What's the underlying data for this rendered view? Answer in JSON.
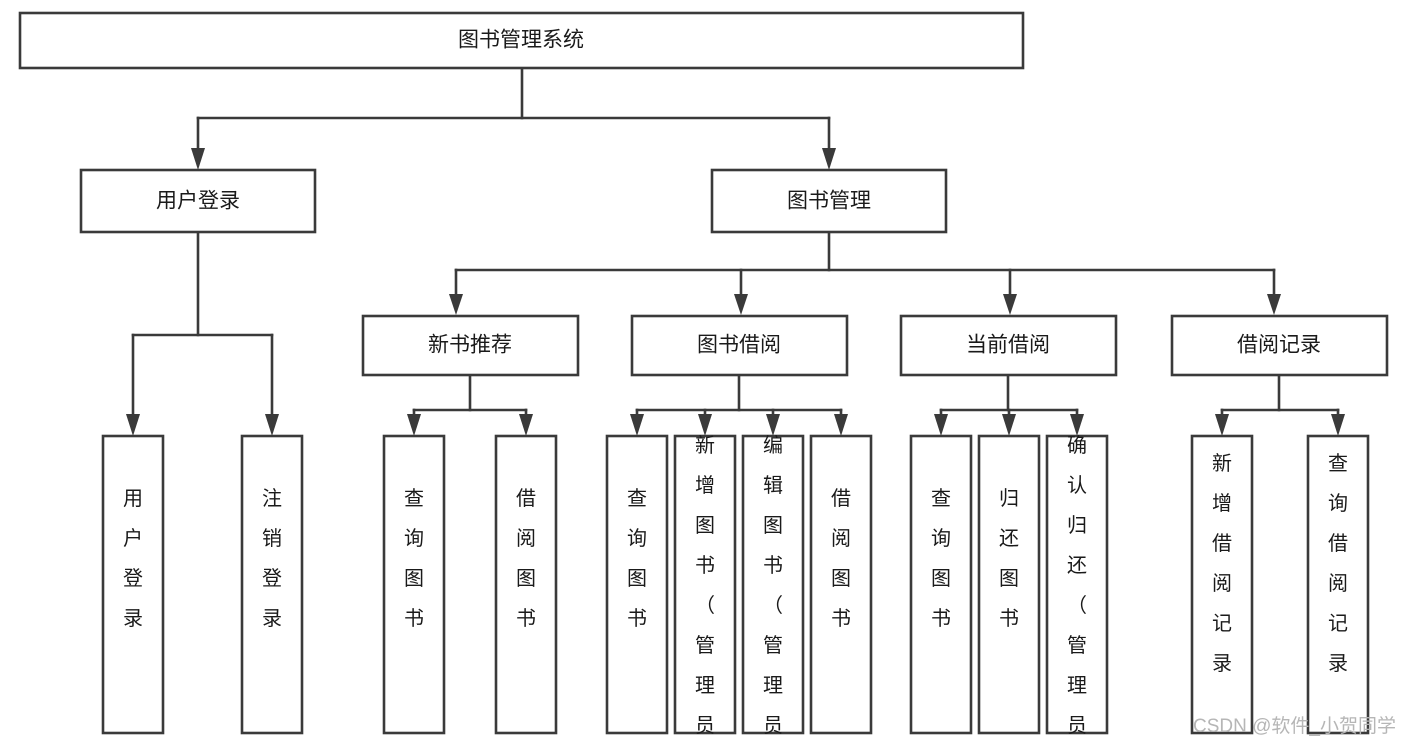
{
  "diagram": {
    "title": "图书管理系统",
    "type": "tree",
    "orientation": "top-down",
    "watermark": "CSDN @软件_小贺同学",
    "colors": {
      "stroke": "#3a3a3a",
      "fill": "#ffffff",
      "text": "#1a1a1a",
      "watermark": "#b6b6b6",
      "background": "#ffffff"
    },
    "root": {
      "id": "root",
      "label": "图书管理系统",
      "orientation": "horizontal"
    },
    "level2": [
      {
        "id": "user-login",
        "label": "用户登录",
        "orientation": "horizontal"
      },
      {
        "id": "book-management",
        "label": "图书管理",
        "orientation": "horizontal"
      }
    ],
    "level3": [
      {
        "id": "new-book-recommend",
        "label": "新书推荐",
        "parent": "book-management",
        "orientation": "horizontal"
      },
      {
        "id": "book-borrow",
        "label": "图书借阅",
        "parent": "book-management",
        "orientation": "horizontal"
      },
      {
        "id": "current-borrow",
        "label": "当前借阅",
        "parent": "book-management",
        "orientation": "horizontal"
      },
      {
        "id": "borrow-record",
        "label": "借阅记录",
        "parent": "book-management",
        "orientation": "horizontal"
      }
    ],
    "leaves": [
      {
        "id": "leaf-user-login",
        "label": "用户登录",
        "parent": "user-login",
        "orientation": "vertical"
      },
      {
        "id": "leaf-logout-login",
        "label": "注销登录",
        "parent": "user-login",
        "orientation": "vertical"
      },
      {
        "id": "leaf-query-book-1",
        "label": "查询图书",
        "parent": "new-book-recommend",
        "orientation": "vertical"
      },
      {
        "id": "leaf-borrow-book-1",
        "label": "借阅图书",
        "parent": "new-book-recommend",
        "orientation": "vertical"
      },
      {
        "id": "leaf-query-book-2",
        "label": "查询图书",
        "parent": "book-borrow",
        "orientation": "vertical"
      },
      {
        "id": "leaf-add-book",
        "label": "新增图书（管理员）",
        "parent": "book-borrow",
        "orientation": "vertical"
      },
      {
        "id": "leaf-edit-book",
        "label": "编辑图书（管理员）",
        "parent": "book-borrow",
        "orientation": "vertical"
      },
      {
        "id": "leaf-borrow-book-2",
        "label": "借阅图书",
        "parent": "book-borrow",
        "orientation": "vertical"
      },
      {
        "id": "leaf-query-book-3",
        "label": "查询图书",
        "parent": "current-borrow",
        "orientation": "vertical"
      },
      {
        "id": "leaf-return-book",
        "label": "归还图书",
        "parent": "current-borrow",
        "orientation": "vertical"
      },
      {
        "id": "leaf-confirm-return",
        "label": "确认归还（管理员）",
        "parent": "current-borrow",
        "orientation": "vertical"
      },
      {
        "id": "leaf-add-record",
        "label": "新增借阅记录",
        "parent": "borrow-record",
        "orientation": "vertical"
      },
      {
        "id": "leaf-query-record",
        "label": "查询借阅记录",
        "parent": "borrow-record",
        "orientation": "vertical"
      }
    ]
  }
}
